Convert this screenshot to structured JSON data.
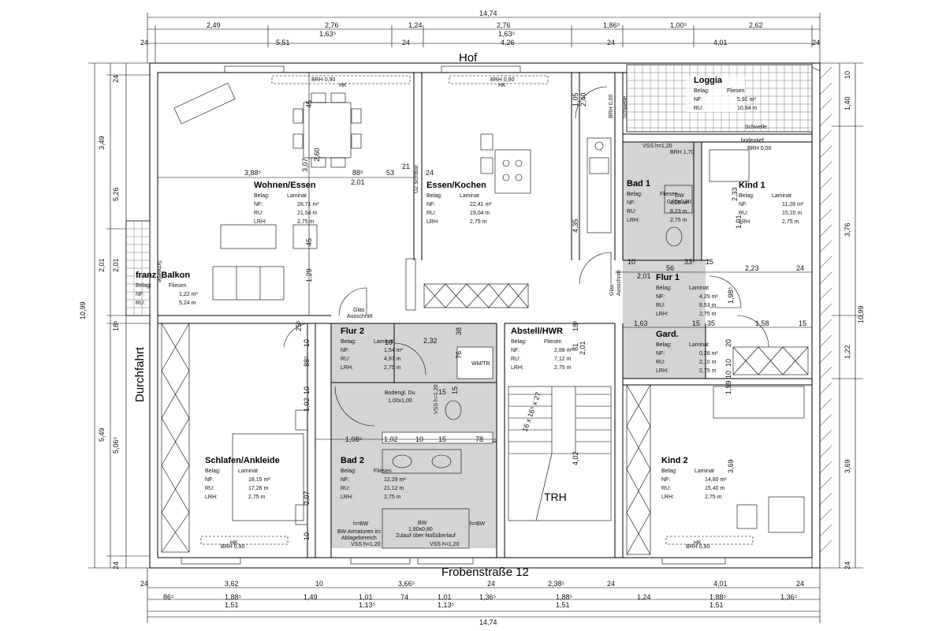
{
  "labels": {
    "hof": "Hof",
    "street": "Frobenstraße 12",
    "durchfahrt": "Durchfahrt",
    "trh": "TRH",
    "brh": "BRH 0,90",
    "brh000": "BRH 0,00",
    "brh170": "BRH 1,70",
    "hk": "HK",
    "glas": "Glas",
    "ausschnitt": "Ausschnitt",
    "uz": "UZ sichtbar",
    "schwelle": "Schwelle",
    "bodentief": "bodentief",
    "wmtr": "WM/TR",
    "dw": "DW",
    "dw_size": "0,80x0,80",
    "bodengl": "Bodengl. Du",
    "bodengl_size": "1,00x1,00",
    "bw": "BW",
    "bw_size": "1,80x0,80",
    "bw_note": "Zulauf über Noßüberlauf",
    "hbw": "h=BW",
    "bw_arm": "BW Armaturen im",
    "bw_arm2": "Ablagebereich",
    "stair": "16 x 16⁵ x 27",
    "vss": "VSS h=1,20",
    "vss2": "VSS h=1,20"
  },
  "rooms": [
    {
      "name": "Wohnen/Essen",
      "belag": "Laminat",
      "nf": "28,71 m²",
      "ru": "21,54 m",
      "lrh": "2,75 m"
    },
    {
      "name": "Essen/Kochen",
      "belag": "Laminat",
      "nf": "22,41 m²",
      "ru": "19,04 m",
      "lrh": "2,75 m"
    },
    {
      "name": "Loggia",
      "belag": "Fliesen",
      "nf": "5,91 m²",
      "ru": "10,94 m",
      "lrh": ""
    },
    {
      "name": "Bad 1",
      "belag": "Fliesen",
      "nf": "4,00 m²",
      "ru": "8,23 m",
      "lrh": "2,75 m"
    },
    {
      "name": "Kind 1",
      "belag": "Laminat",
      "nf": "11,28 m²",
      "ru": "15,20 m",
      "lrh": "2,75 m"
    },
    {
      "name": "franz. Balkon",
      "belag": "Fliesen",
      "nf": "1,22 m²",
      "ru": "5,24 m",
      "lrh": ""
    },
    {
      "name": "Flur 1",
      "belag": "Laminat",
      "nf": "4,29 m²",
      "ru": "8,53 m",
      "lrh": "2,75 m"
    },
    {
      "name": "Flur 2",
      "belag": "Laminat",
      "nf": "1,54 m²",
      "ru": "4,97 m",
      "lrh": "2,75 m"
    },
    {
      "name": "Abstell/HWR",
      "belag": "Fliesen",
      "nf": "2,88 m²",
      "ru": "7,12 m",
      "lrh": "2,75 m"
    },
    {
      "name": "Gard.",
      "belag": "Laminat",
      "nf": "0,28 m²",
      "ru": "2,10 m",
      "lrh": "2,75 m"
    },
    {
      "name": "Schlafen/Ankleide",
      "belag": "Laminat",
      "nf": "18,15 m²",
      "ru": "17,26 m",
      "lrh": "2,75 m"
    },
    {
      "name": "Bad 2",
      "belag": "Fliesen",
      "nf": "12,29 m²",
      "ru": "21,12 m",
      "lrh": "2,75 m"
    },
    {
      "name": "Kind 2",
      "belag": "Laminat",
      "nf": "14,80 m²",
      "ru": "15,40 m",
      "lrh": "2,75 m"
    }
  ],
  "field_labels": {
    "belag": "Belag:",
    "nf": "NF:",
    "ru": "RU:",
    "lrh": "LRH:"
  },
  "dims": {
    "total_top": "14,74",
    "top1": [
      "2,49",
      "2,76",
      "1,24",
      "2,76",
      "1,86⁵",
      "1,00⁵",
      "2,62"
    ],
    "top2": [
      "1,63⁵",
      "1,63⁵"
    ],
    "top3": [
      "24",
      "5,51",
      "24",
      "4,26",
      "24",
      "4,01",
      "24"
    ],
    "bot1": [
      "24",
      "3,62",
      "10",
      "3,66⁵",
      "24",
      "2,38⁵",
      "24",
      "4,01",
      "24"
    ],
    "bot2": [
      "86⁵",
      "1,88⁵",
      "1,49",
      "1,01",
      "74",
      "1,01",
      "1,36⁵",
      "1,88⁵",
      "1,24",
      "1,88⁵",
      "1,36⁵"
    ],
    "bot3": [
      "1,51",
      "1,13⁵",
      "1,13⁵",
      "1,51",
      "1,51"
    ],
    "total_bot": "14,74",
    "left_total": "10,99",
    "left1": [
      "24",
      "3,49",
      "2,01",
      "18⁵",
      "5,49",
      "24"
    ],
    "left2": [
      "5,26",
      "2,01",
      "5,06⁵"
    ],
    "right_total": "10,99",
    "right1": [
      "10",
      "1,40",
      "3,76",
      "1,22",
      "3,69",
      "24"
    ],
    "inner": [
      "3,88⁵",
      "88⁵",
      "53",
      "21",
      "24",
      "2,01",
      "3,07",
      "2,60",
      "1,29",
      "45",
      "45",
      "2,32",
      "38",
      "76",
      "1,08⁵",
      "1,02",
      "10",
      "78",
      "15",
      "15",
      "1,63",
      "15",
      "35",
      "1,58",
      "15",
      "2,23",
      "24",
      "56",
      "2,01",
      "10",
      "33⁵",
      "15",
      "4,35",
      "1,05",
      "2,40",
      "1,98⁵",
      "4,02",
      "2,07",
      "1,02",
      "10",
      "88⁵",
      "25⁵",
      "10",
      "10",
      "10",
      "2,01",
      "81",
      "18⁵",
      "20",
      "1,99",
      "3,69",
      "2,33",
      "10",
      "1,01",
      "10",
      "15"
    ]
  }
}
